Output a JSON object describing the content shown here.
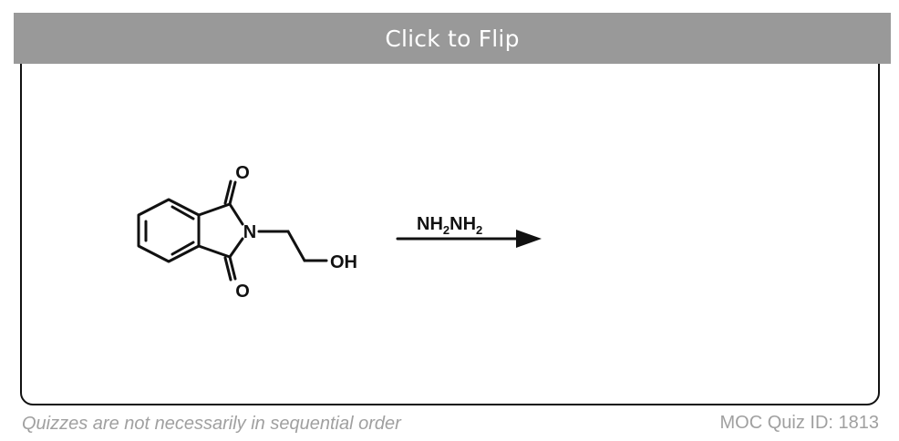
{
  "flip_bar": {
    "label": "Click to Flip"
  },
  "reaction": {
    "reagent": {
      "main": "NH",
      "sub1": "2",
      "main2": "NH",
      "sub2": "2"
    },
    "atoms": {
      "carbonyl_top_o": "O",
      "carbonyl_bottom_o": "O",
      "nitrogen": "N",
      "hydroxyl": "OH"
    }
  },
  "footer": {
    "note": "Quizzes are not necessarily in sequential order",
    "quiz_id": "MOC Quiz ID: 1813"
  },
  "colors": {
    "flip_bar_bg": "#999999",
    "footer_text": "#a0a0a0",
    "card_border": "#111111"
  }
}
